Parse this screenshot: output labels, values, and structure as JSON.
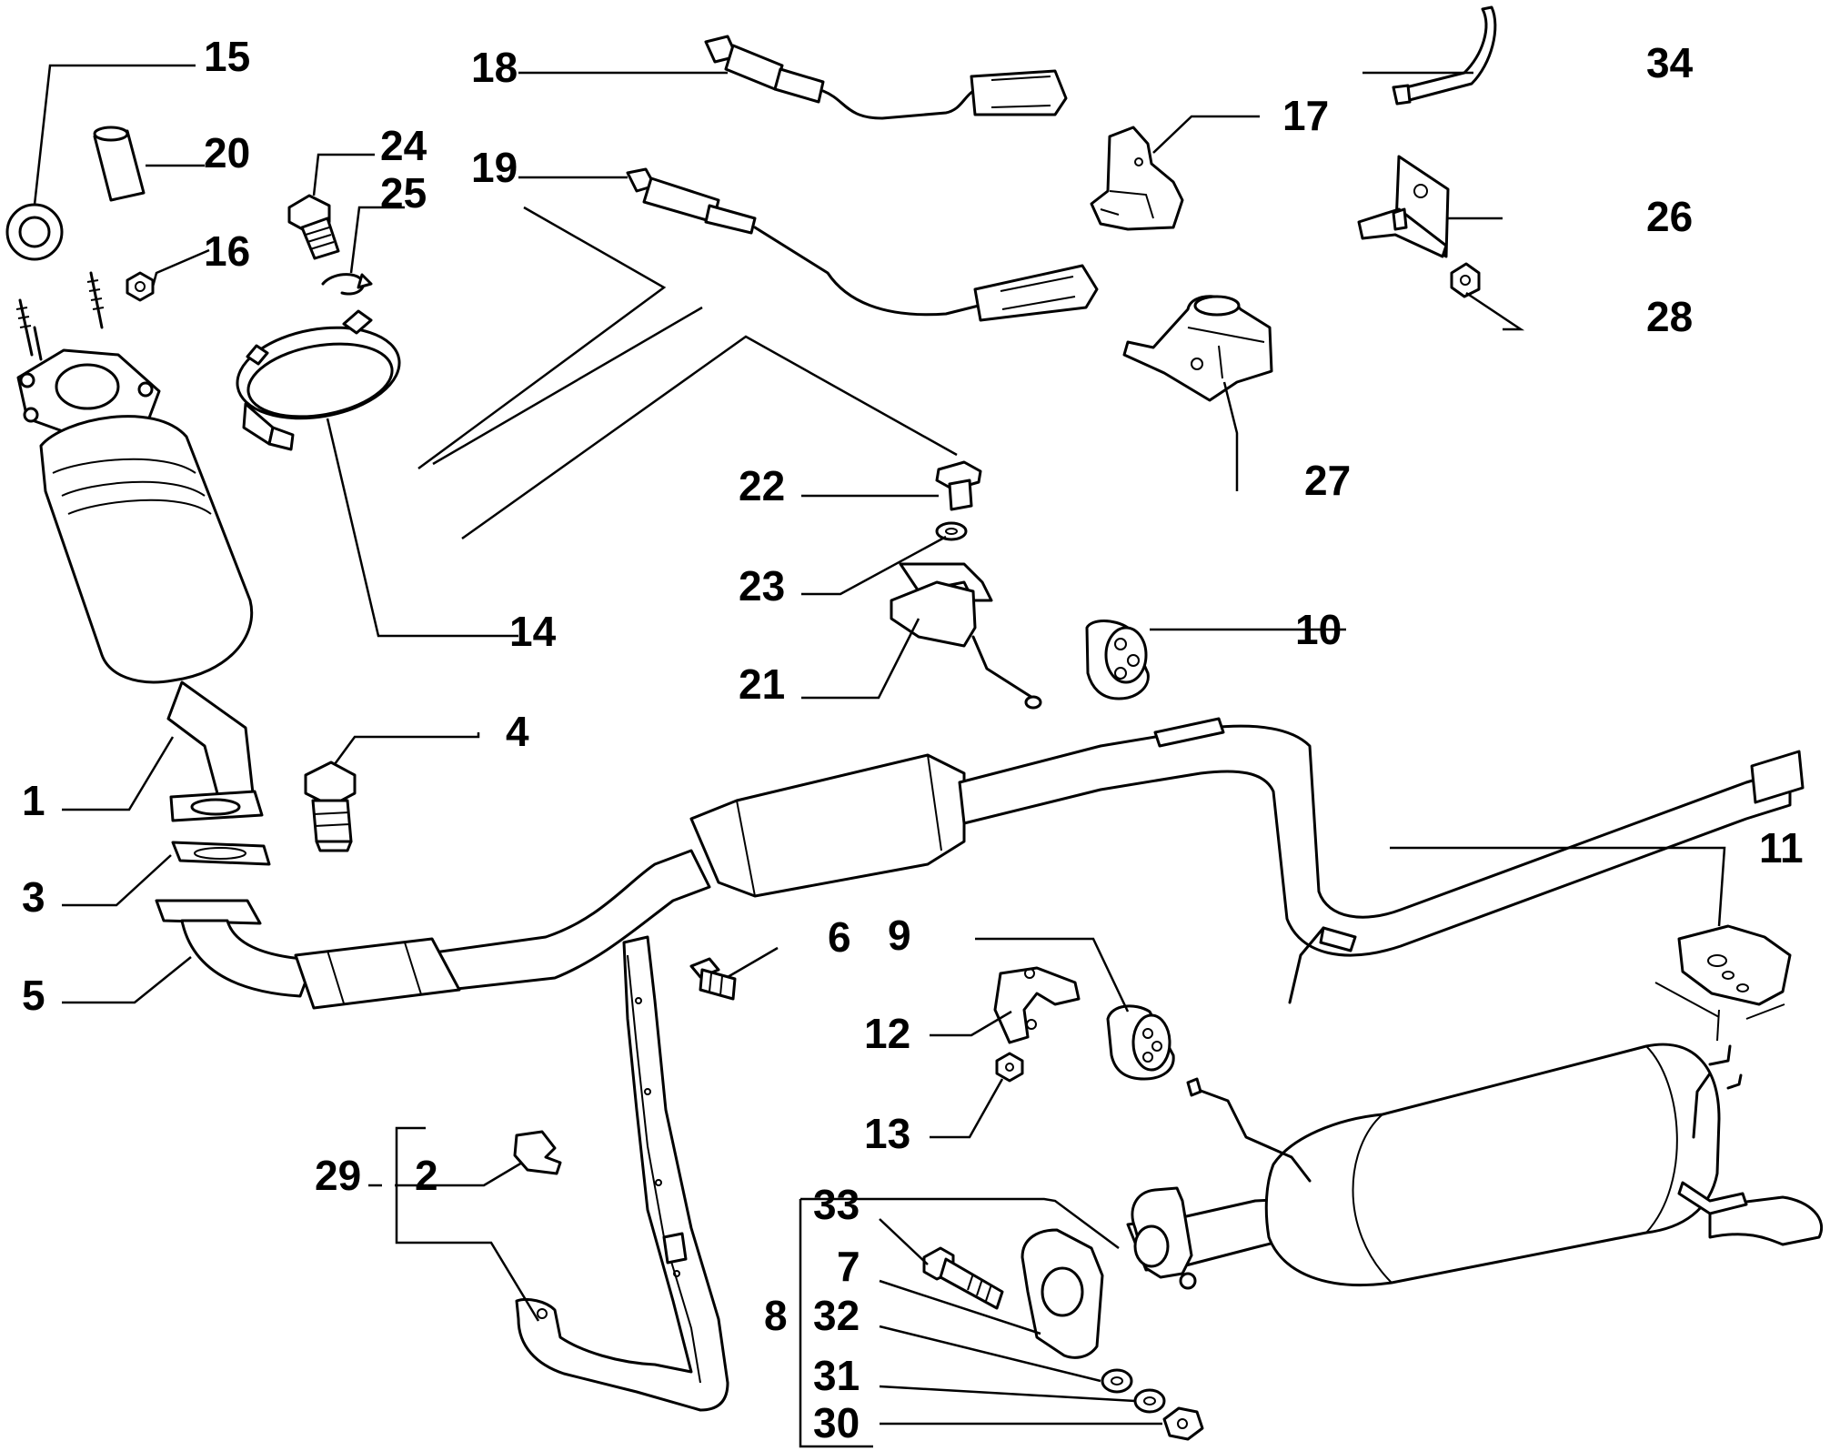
{
  "labels": [
    {
      "id": "1",
      "text": "1"
    },
    {
      "id": "2",
      "text": "2"
    },
    {
      "id": "3",
      "text": "3"
    },
    {
      "id": "4",
      "text": "4"
    },
    {
      "id": "5",
      "text": "5"
    },
    {
      "id": "6",
      "text": "6"
    },
    {
      "id": "7",
      "text": "7"
    },
    {
      "id": "8",
      "text": "8"
    },
    {
      "id": "9",
      "text": "9"
    },
    {
      "id": "10",
      "text": "10"
    },
    {
      "id": "11",
      "text": "11"
    },
    {
      "id": "12",
      "text": "12"
    },
    {
      "id": "13",
      "text": "13"
    },
    {
      "id": "14",
      "text": "14"
    },
    {
      "id": "15",
      "text": "15"
    },
    {
      "id": "16",
      "text": "16"
    },
    {
      "id": "17",
      "text": "17"
    },
    {
      "id": "18",
      "text": "18"
    },
    {
      "id": "19",
      "text": "19"
    },
    {
      "id": "20",
      "text": "20"
    },
    {
      "id": "21",
      "text": "21"
    },
    {
      "id": "22",
      "text": "22"
    },
    {
      "id": "23",
      "text": "23"
    },
    {
      "id": "24",
      "text": "24"
    },
    {
      "id": "25",
      "text": "25"
    },
    {
      "id": "26",
      "text": "26"
    },
    {
      "id": "27",
      "text": "27"
    },
    {
      "id": "28",
      "text": "28"
    },
    {
      "id": "29",
      "text": "29"
    },
    {
      "id": "30",
      "text": "30"
    },
    {
      "id": "31",
      "text": "31"
    },
    {
      "id": "32",
      "text": "32"
    },
    {
      "id": "33",
      "text": "33"
    },
    {
      "id": "34",
      "text": "34"
    }
  ]
}
